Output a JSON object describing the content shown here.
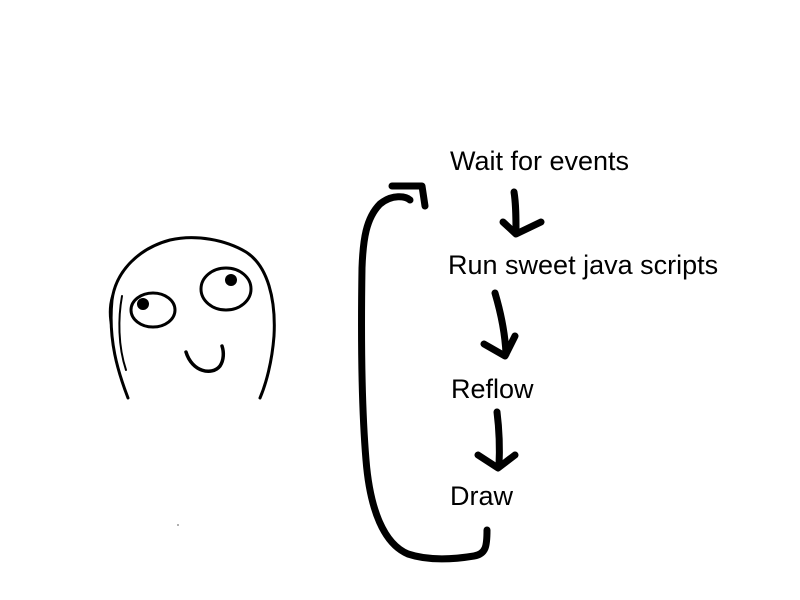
{
  "steps": [
    {
      "label": "Wait for events"
    },
    {
      "label": "Run sweet java scripts"
    },
    {
      "label": "Reflow"
    },
    {
      "label": "Draw"
    }
  ],
  "face_icon": "rage-comic-derp-face-icon",
  "arrow_icon": "hand-drawn-down-arrow-icon",
  "loop_arrow_icon": "hand-drawn-loop-back-arrow-icon",
  "colors": {
    "ink": "#000000",
    "background": "#ffffff"
  }
}
